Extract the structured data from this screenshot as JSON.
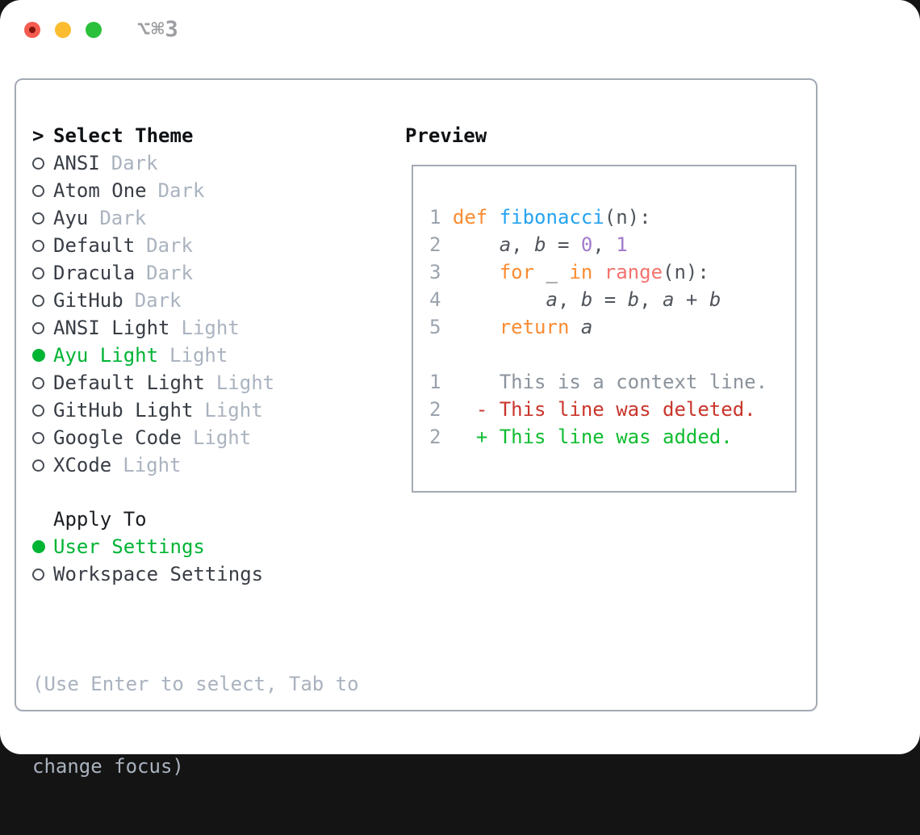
{
  "colors": {
    "selection_green": "#00b434",
    "keyword_orange": "#fa8c32",
    "function_blue": "#24a3f1",
    "number_purple": "#a37acc",
    "call_coral": "#f3736e",
    "code_fg": "#50555c",
    "line_number_gray": "#9aa3ad",
    "context_gray": "#8b939c",
    "deleted_red": "#c9352b",
    "added_green": "#10bd31",
    "text_dark": "#383d45",
    "tag_gray": "#aab3bf",
    "hint_gray": "#a9b2be",
    "border_gray": "#a4aab4",
    "heading_black": "#0e1114",
    "traffic_red": "#f65b50",
    "traffic_yellow": "#fcbc2f",
    "traffic_green": "#2ac03c",
    "shortcut_gray": "#9d9fa2"
  },
  "titlebar": {
    "shortcut": "⌥⌘3"
  },
  "theme_panel": {
    "prompt": ">",
    "title": "Select Theme",
    "items": [
      {
        "label": "ANSI",
        "tag": "Dark",
        "selected": false
      },
      {
        "label": "Atom One",
        "tag": "Dark",
        "selected": false
      },
      {
        "label": "Ayu",
        "tag": "Dark",
        "selected": false
      },
      {
        "label": "Default",
        "tag": "Dark",
        "selected": false
      },
      {
        "label": "Dracula",
        "tag": "Dark",
        "selected": false
      },
      {
        "label": "GitHub",
        "tag": "Dark",
        "selected": false
      },
      {
        "label": "ANSI Light",
        "tag": "Light",
        "selected": false
      },
      {
        "label": "Ayu Light",
        "tag": "Light",
        "selected": true
      },
      {
        "label": "Default Light",
        "tag": "Light",
        "selected": false
      },
      {
        "label": "GitHub Light",
        "tag": "Light",
        "selected": false
      },
      {
        "label": "Google Code",
        "tag": "Light",
        "selected": false
      },
      {
        "label": "XCode",
        "tag": "Light",
        "selected": false
      }
    ],
    "apply_title": "Apply To",
    "apply_items": [
      {
        "label": "User Settings",
        "selected": true
      },
      {
        "label": "Workspace Settings",
        "selected": false
      }
    ],
    "hint_lines": [
      "(Use Enter to select, Tab to",
      "change focus)"
    ]
  },
  "preview": {
    "title": "Preview",
    "code_lines": [
      {
        "segments": [
          {
            "t": "1 ",
            "c": "num"
          },
          {
            "t": "def ",
            "c": "kw"
          },
          {
            "t": "fibonacci",
            "c": "fn"
          },
          {
            "t": "(n):",
            "c": "fg"
          }
        ]
      },
      {
        "segments": [
          {
            "t": "2 ",
            "c": "num"
          },
          {
            "t": "    ",
            "c": "fg"
          },
          {
            "t": "a",
            "c": "var"
          },
          {
            "t": ", ",
            "c": "fg"
          },
          {
            "t": "b",
            "c": "var"
          },
          {
            "t": " = ",
            "c": "fg"
          },
          {
            "t": "0",
            "c": "numlit"
          },
          {
            "t": ", ",
            "c": "fg"
          },
          {
            "t": "1",
            "c": "numlit"
          }
        ]
      },
      {
        "segments": [
          {
            "t": "3 ",
            "c": "num"
          },
          {
            "t": "    ",
            "c": "fg"
          },
          {
            "t": "for",
            "c": "kw"
          },
          {
            "t": " _ ",
            "c": "fg"
          },
          {
            "t": "in",
            "c": "kw"
          },
          {
            "t": " ",
            "c": "fg"
          },
          {
            "t": "range",
            "c": "call"
          },
          {
            "t": "(n):",
            "c": "fg"
          }
        ]
      },
      {
        "segments": [
          {
            "t": "4 ",
            "c": "num"
          },
          {
            "t": "        ",
            "c": "fg"
          },
          {
            "t": "a",
            "c": "var"
          },
          {
            "t": ", ",
            "c": "fg"
          },
          {
            "t": "b",
            "c": "var"
          },
          {
            "t": " = ",
            "c": "fg"
          },
          {
            "t": "b",
            "c": "var"
          },
          {
            "t": ", ",
            "c": "fg"
          },
          {
            "t": "a",
            "c": "var"
          },
          {
            "t": " + ",
            "c": "fg"
          },
          {
            "t": "b",
            "c": "var"
          }
        ]
      },
      {
        "segments": [
          {
            "t": "5 ",
            "c": "num"
          },
          {
            "t": "    ",
            "c": "fg"
          },
          {
            "t": "return",
            "c": "kw"
          },
          {
            "t": " ",
            "c": "fg"
          },
          {
            "t": "a",
            "c": "var"
          }
        ]
      },
      {
        "segments": []
      },
      {
        "segments": [
          {
            "t": "1 ",
            "c": "num"
          },
          {
            "t": "    ",
            "c": "fg"
          },
          {
            "t": "This is a context line.",
            "c": "ctx"
          }
        ]
      },
      {
        "segments": [
          {
            "t": "2 ",
            "c": "num"
          },
          {
            "t": "  ",
            "c": "fg"
          },
          {
            "t": "- This line was deleted.",
            "c": "del"
          }
        ]
      },
      {
        "segments": [
          {
            "t": "2 ",
            "c": "num"
          },
          {
            "t": "  ",
            "c": "fg"
          },
          {
            "t": "+ This line was added.",
            "c": "add"
          }
        ]
      }
    ]
  }
}
